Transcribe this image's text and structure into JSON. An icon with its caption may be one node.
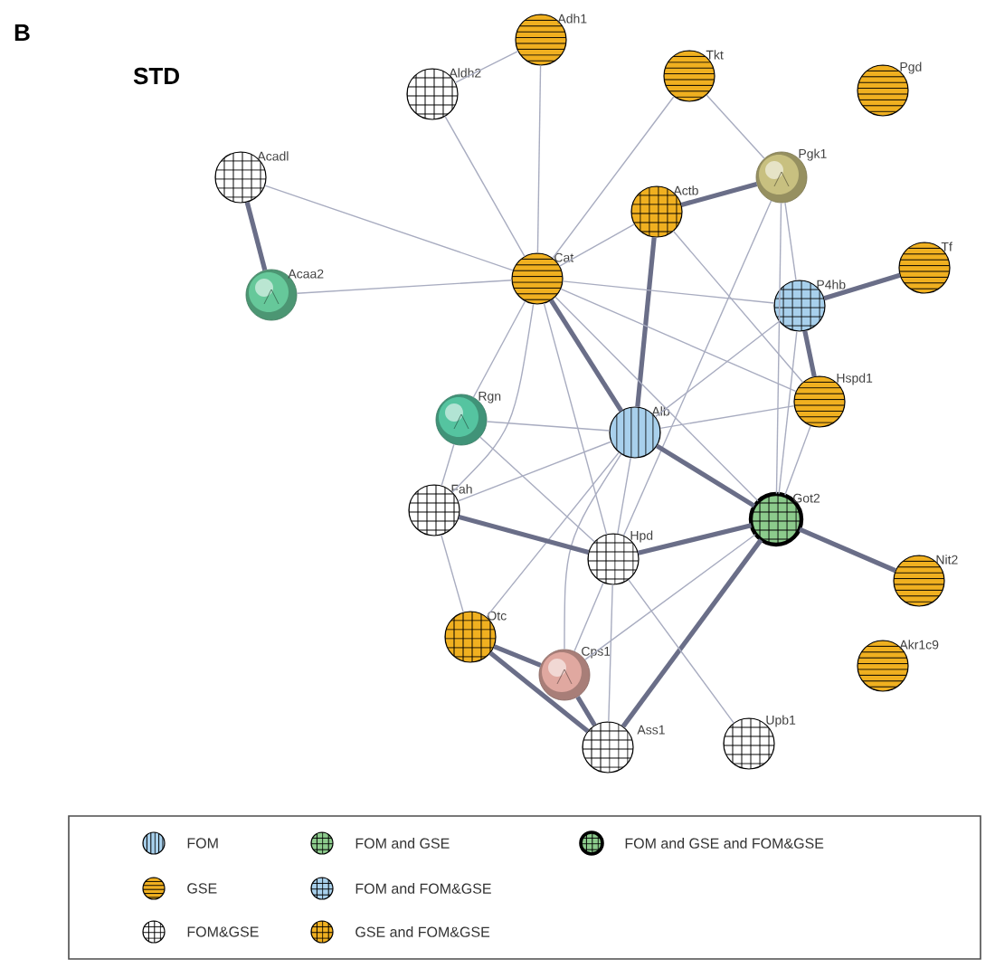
{
  "diagram": {
    "title": "STD",
    "nodes": [
      {
        "text": [
          "Adh1"
        ]
      },
      {
        "text": [
          "Aldh2"
        ]
      },
      {
        "text": [
          "Tkt"
        ]
      },
      {
        "text": [
          "Pgd"
        ]
      },
      {
        "text": [
          "Acadl"
        ]
      },
      {
        "text": [
          "Pgk1"
        ]
      },
      {
        "text": [
          "Actb"
        ]
      },
      {
        "text": [
          "Tf"
        ]
      },
      {
        "text": [
          "Cat"
        ]
      },
      {
        "text": [
          "Acaa2"
        ]
      },
      {
        "text": [
          "P4hb"
        ]
      },
      {
        "text": [
          "Hspd1"
        ]
      },
      {
        "text": [
          "Rgn"
        ]
      },
      {
        "text": [
          "Alb"
        ]
      },
      {
        "text": [
          "Fah"
        ]
      },
      {
        "text": [
          "Got2"
        ]
      },
      {
        "text": [
          "Hpd"
        ]
      },
      {
        "text": [
          "Otc"
        ]
      },
      {
        "text": [
          "Nit2"
        ]
      },
      {
        "text": [
          "Cps1"
        ]
      },
      {
        "text": [
          "Akr1c9"
        ]
      },
      {
        "text": [
          "Ass1"
        ]
      },
      {
        "text": [
          "Upb1"
        ]
      }
    ],
    "edges": [
      {
        "from": 0,
        "to": 8,
        "arrow": "none"
      },
      {
        "from": 1,
        "to": 8,
        "arrow": "none"
      },
      {
        "from": 1,
        "to": 0,
        "arrow": "none"
      },
      {
        "from": 2,
        "to": 8,
        "arrow": "none"
      },
      {
        "from": 2,
        "to": 5,
        "arrow": "none"
      },
      {
        "from": 4,
        "to": 9,
        "arrow": "none",
        "style": "thick"
      },
      {
        "from": 4,
        "to": 8,
        "arrow": "none"
      },
      {
        "from": 9,
        "to": 8,
        "arrow": "none"
      },
      {
        "from": 5,
        "to": 6,
        "arrow": "none",
        "style": "thick"
      },
      {
        "from": 5,
        "to": 10,
        "arrow": "none"
      },
      {
        "from": 5,
        "to": 15,
        "arrow": "none"
      },
      {
        "from": 5,
        "to": 16,
        "arrow": "none"
      },
      {
        "from": 6,
        "to": 8,
        "arrow": "none"
      },
      {
        "from": 6,
        "to": 13,
        "arrow": "none",
        "style": "thick"
      },
      {
        "from": 6,
        "to": 11,
        "arrow": "none"
      },
      {
        "from": 7,
        "to": 10,
        "arrow": "none",
        "style": "thick"
      },
      {
        "from": 8,
        "to": 10,
        "arrow": "none"
      },
      {
        "from": 8,
        "to": 13,
        "arrow": "none",
        "style": "thick"
      },
      {
        "from": 8,
        "to": 11,
        "arrow": "none"
      },
      {
        "from": 8,
        "to": 15,
        "arrow": "none"
      },
      {
        "from": 8,
        "to": 12,
        "arrow": "none"
      },
      {
        "from": 8,
        "to": 14,
        "arrow": "none"
      },
      {
        "from": 8,
        "to": 16,
        "arrow": "none"
      },
      {
        "from": 10,
        "to": 11,
        "arrow": "none",
        "style": "thick"
      },
      {
        "from": 10,
        "to": 13,
        "arrow": "none"
      },
      {
        "from": 10,
        "to": 15,
        "arrow": "none"
      },
      {
        "from": 11,
        "to": 13,
        "arrow": "none"
      },
      {
        "from": 11,
        "to": 15,
        "arrow": "none"
      },
      {
        "from": 12,
        "to": 13,
        "arrow": "none"
      },
      {
        "from": 12,
        "to": 14,
        "arrow": "none"
      },
      {
        "from": 12,
        "to": 16,
        "arrow": "none"
      },
      {
        "from": 13,
        "to": 14,
        "arrow": "none"
      },
      {
        "from": 13,
        "to": 15,
        "arrow": "none",
        "style": "thick"
      },
      {
        "from": 13,
        "to": 16,
        "arrow": "none"
      },
      {
        "from": 13,
        "to": 19,
        "arrow": "none"
      },
      {
        "from": 13,
        "to": 17,
        "arrow": "none"
      },
      {
        "from": 14,
        "to": 16,
        "arrow": "none",
        "style": "thick"
      },
      {
        "from": 14,
        "to": 17,
        "arrow": "none"
      },
      {
        "from": 15,
        "to": 16,
        "arrow": "none",
        "style": "thick"
      },
      {
        "from": 15,
        "to": 18,
        "arrow": "none",
        "style": "thick"
      },
      {
        "from": 15,
        "to": 21,
        "arrow": "none",
        "style": "thick"
      },
      {
        "from": 15,
        "to": 19,
        "arrow": "none"
      },
      {
        "from": 16,
        "to": 19,
        "arrow": "none"
      },
      {
        "from": 16,
        "to": 22,
        "arrow": "none"
      },
      {
        "from": 16,
        "to": 21,
        "arrow": "none"
      },
      {
        "from": 17,
        "to": 19,
        "arrow": "none",
        "style": "thick"
      },
      {
        "from": 17,
        "to": 21,
        "arrow": "none",
        "style": "thick"
      },
      {
        "from": 19,
        "to": 21,
        "arrow": "none",
        "style": "thick"
      }
    ],
    "labels": [
      "B"
    ],
    "legend": [
      {
        "text": "FOM"
      },
      {
        "text": "FOM and GSE"
      },
      {
        "text": "FOM and GSE and FOM&GSE"
      },
      {
        "text": "GSE"
      },
      {
        "text": "FOM and FOM&GSE"
      },
      {
        "text": "FOM&GSE"
      },
      {
        "text": "GSE and FOM&GSE"
      }
    ]
  }
}
